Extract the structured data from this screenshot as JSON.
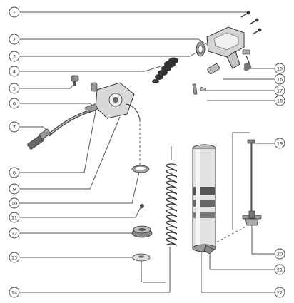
{
  "callouts_left": [
    "1",
    "2",
    "3",
    "4",
    "5",
    "6",
    "7",
    "8",
    "9",
    "10",
    "11",
    "12",
    "13",
    "14"
  ],
  "callouts_right": [
    "15",
    "16",
    "17",
    "18",
    "19",
    "20",
    "21",
    "22"
  ]
}
